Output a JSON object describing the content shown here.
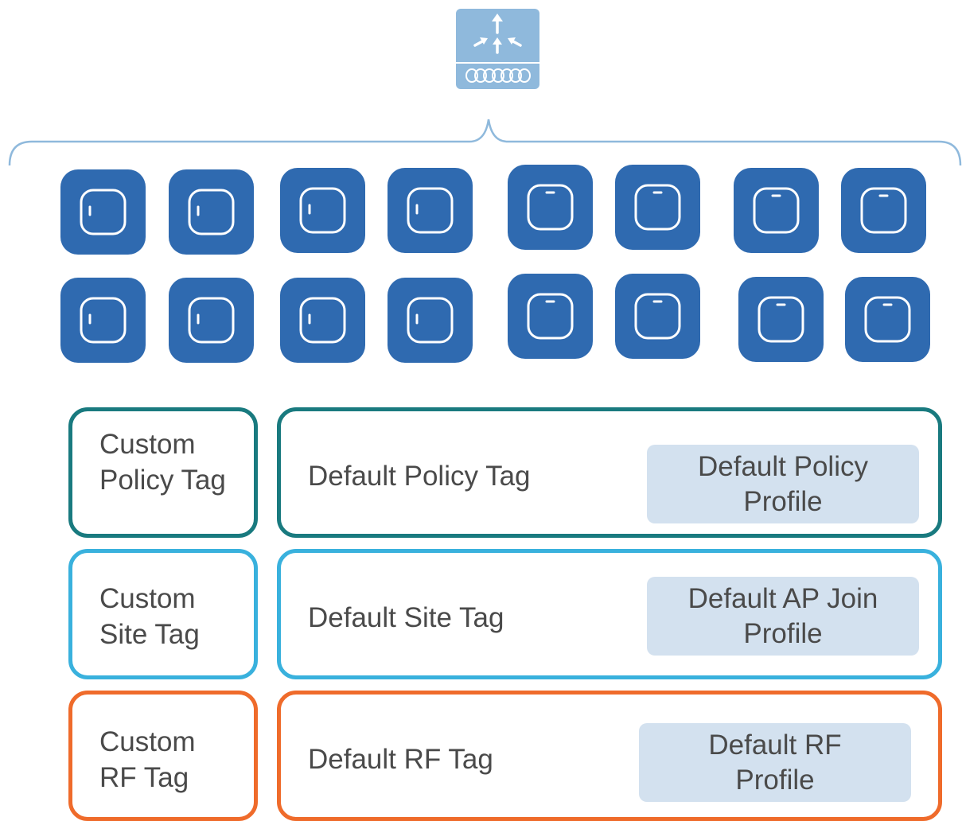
{
  "colors": {
    "policy": "#197a7f",
    "site": "#39b1dd",
    "rf": "#ef6b2b",
    "access_point": "#2f6ab0",
    "controller": "#8fb9dc",
    "profile_fill": "#d3e1ef",
    "text": "#4a4a4a"
  },
  "controller": {
    "icon": "wireless-controller-icon"
  },
  "access_points": {
    "icon": "access-point-icon",
    "count": 16
  },
  "rows": [
    {
      "custom_tag": "Custom Policy Tag",
      "default_tag": "Default Policy Tag",
      "profile": "Default Policy Profile"
    },
    {
      "custom_tag": "Custom Site Tag",
      "default_tag": "Default Site Tag",
      "profile": "Default AP Join Profile"
    },
    {
      "custom_tag": "Custom RF Tag",
      "default_tag": "Default RF Tag",
      "profile": "Default RF Profile"
    }
  ]
}
